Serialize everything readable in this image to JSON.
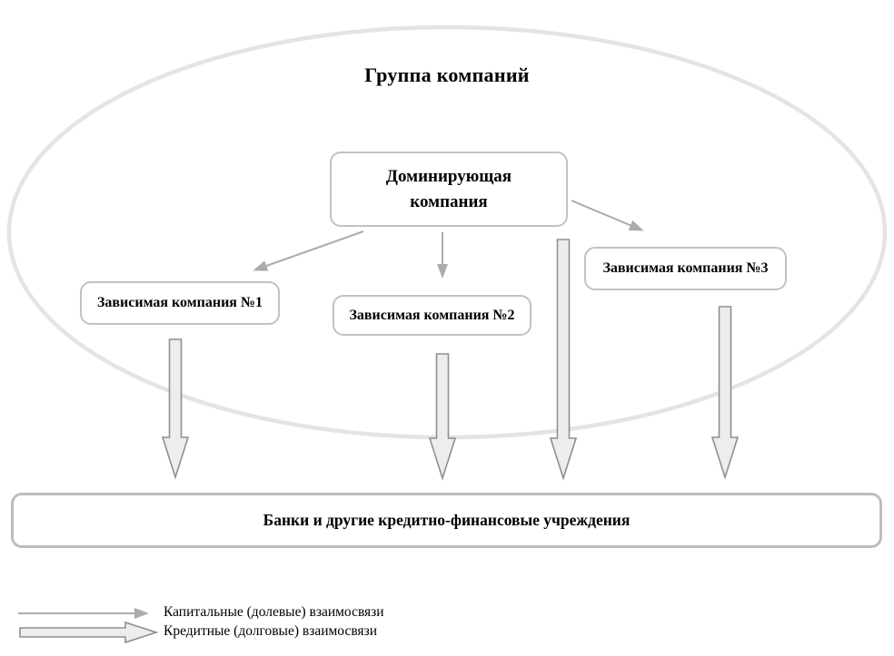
{
  "title": "Группа компаний",
  "nodes": {
    "dominant": "Доминирующая компания",
    "subsidiary1": "Зависимая компания №1",
    "subsidiary2": "Зависимая компания №2",
    "subsidiary3": "Зависимая компания №3",
    "banks": "Банки и другие кредитно-финансовые учреждения"
  },
  "legend": [
    {
      "arrow": "thin-arrow",
      "label": "Капитальные (долевые) взаимосвязи"
    },
    {
      "arrow": "block-arrow",
      "label": "Кредитные (долговые) взаимосвязи"
    }
  ],
  "colors": {
    "background": "#ffffff",
    "ellipse_stroke": "#e4e4e4",
    "box_border": "#c2c2c2",
    "thin_arrow": "#ababab",
    "block_arrow_fill": "#ededed",
    "block_arrow_stroke": "#8f8f8f",
    "text": "#000000"
  }
}
